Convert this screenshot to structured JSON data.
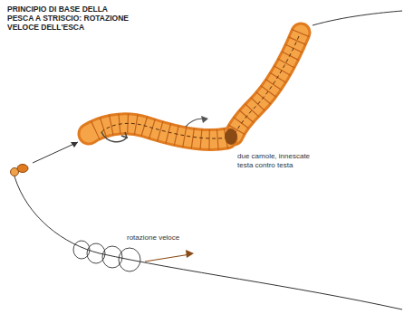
{
  "diagram": {
    "title": "PRINCIPIO DI BASE DELLA PESCA A STRISCIO: ROTAZIONE VELOCE DELL'ESCA",
    "labels": [
      "due camole, innescate testa contro testa",
      "rotazione veloce"
    ]
  }
}
